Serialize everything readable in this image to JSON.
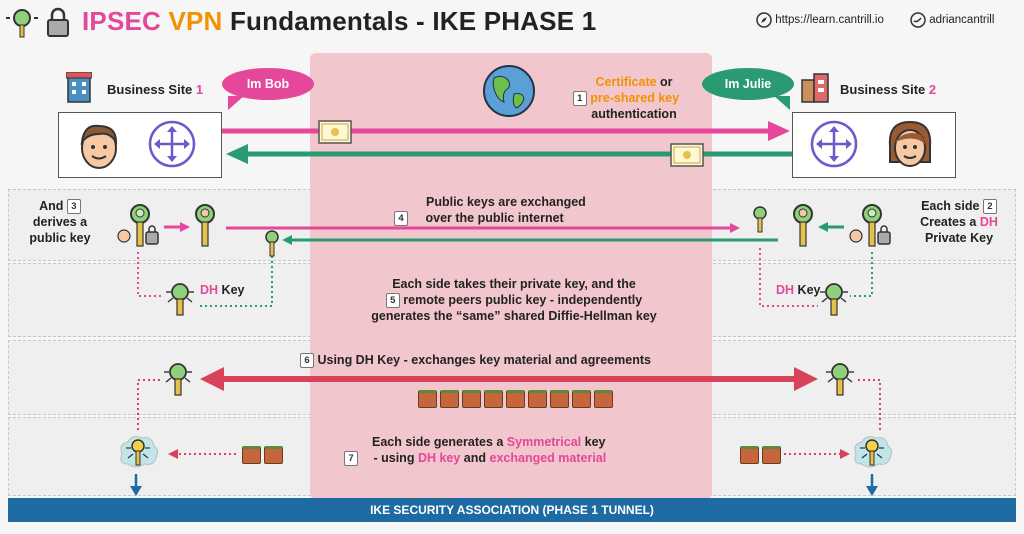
{
  "title": {
    "part1": "IPSEC",
    "part2": "VPN",
    "part3": "Fundamentals - IKE PHASE 1"
  },
  "header": {
    "website": "https://learn.cantrill.io",
    "twitter": "adriancantrill"
  },
  "sites": {
    "left": {
      "label": "Business Site",
      "number": "1",
      "bubble": "Im Bob"
    },
    "right": {
      "label": "Business Site",
      "number": "2",
      "bubble": "Im Julie"
    }
  },
  "steps": {
    "s1": {
      "num": "1",
      "line1": "Certificate",
      "line1b": " or",
      "line2": "pre-shared key",
      "line3": "authentication"
    },
    "s2": {
      "num": "2",
      "line1": "Each side",
      "line2a": "Creates a ",
      "line2b": "DH",
      "line3": "Private Key"
    },
    "s3": {
      "num": "3",
      "line1": "And",
      "line2": "derives a",
      "line3": "public key"
    },
    "s4": {
      "num": "4",
      "line1": "Public keys are exchanged",
      "line2": "over the public internet"
    },
    "s5": {
      "num": "5",
      "line1": "Each side takes their private key, and the",
      "line2": "remote peers public key - independently",
      "line3": "generates the “same” shared Diffie-Hellman key"
    },
    "s6": {
      "num": "6",
      "text": "Using DH Key - exchanges key material and agreements"
    },
    "s7": {
      "num": "7",
      "line1a": "Each side generates a ",
      "line1b": "Symmetrical",
      "line1c": " key",
      "line2a": "- using ",
      "line2b": "DH key",
      "line2c": " and ",
      "line2d": "exchanged material"
    }
  },
  "dh_key_left": {
    "a": "DH",
    "b": " Key"
  },
  "dh_key_right": {
    "a": "DH",
    "b": " Key"
  },
  "footer": "IKE SECURITY ASSOCIATION (PHASE 1 TUNNEL)",
  "colors": {
    "pink": "#e5479a",
    "green": "#2a9a72",
    "red": "#d9435a",
    "orange": "#f39200",
    "blue": "#1e6aa3",
    "internet": "#f1c6cc"
  }
}
